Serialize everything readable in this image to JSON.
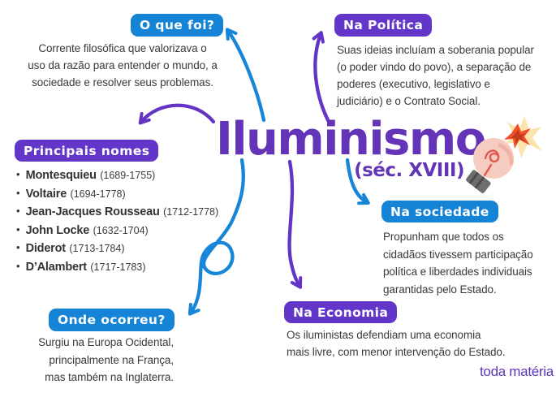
{
  "title": {
    "text": "Iluminismo",
    "subtitle": "(séc. XVIII)"
  },
  "colors": {
    "badge_blue": "#1583d6",
    "badge_purple": "#6236c9",
    "title_purple": "#6434b8",
    "arrow_blue": "#1785d8",
    "arrow_purple": "#6434c6",
    "body_text": "#3a3a3a"
  },
  "sections": {
    "o_que_foi": {
      "label": "O que foi?",
      "lines": [
        "Corrente filosófica que valorizava o",
        "uso da razão para entender o mundo, a",
        "sociedade e resolver seus problemas."
      ]
    },
    "na_politica": {
      "label": "Na Política",
      "lines": [
        "Suas ideias incluíam a soberania popular",
        "(o poder vindo do povo), a separação de",
        "poderes (executivo, legislativo e",
        "judiciário) e o Contrato Social."
      ]
    },
    "principais_nomes": {
      "label": "Principais nomes",
      "items": [
        {
          "name": "Montesquieu",
          "dates": "(1689-1755)"
        },
        {
          "name": "Voltaire",
          "dates": "(1694-1778)"
        },
        {
          "name": "Jean-Jacques Rousseau",
          "dates": "(1712-1778)"
        },
        {
          "name": "John Locke",
          "dates": "(1632-1704)"
        },
        {
          "name": "Diderot",
          "dates": "(1713-1784)"
        },
        {
          "name": "D’Alambert",
          "dates": "(1717-1783)"
        }
      ]
    },
    "na_sociedade": {
      "label": "Na sociedade",
      "lines": [
        "Propunham que todos os",
        "cidadãos tivessem participação",
        "política e liberdades individuais",
        "garantidas pelo Estado."
      ]
    },
    "onde_ocorreu": {
      "label": "Onde ocorreu?",
      "lines": [
        "Surgiu na Europa Ocidental,",
        "principalmente na França,",
        "mas também na Inglaterra."
      ]
    },
    "na_economia": {
      "label": "Na Economia",
      "lines": [
        "Os iluministas defendiam uma economia",
        "mais livre, com menor intervenção do Estado."
      ]
    }
  },
  "logo": {
    "text": "toda matéria"
  }
}
